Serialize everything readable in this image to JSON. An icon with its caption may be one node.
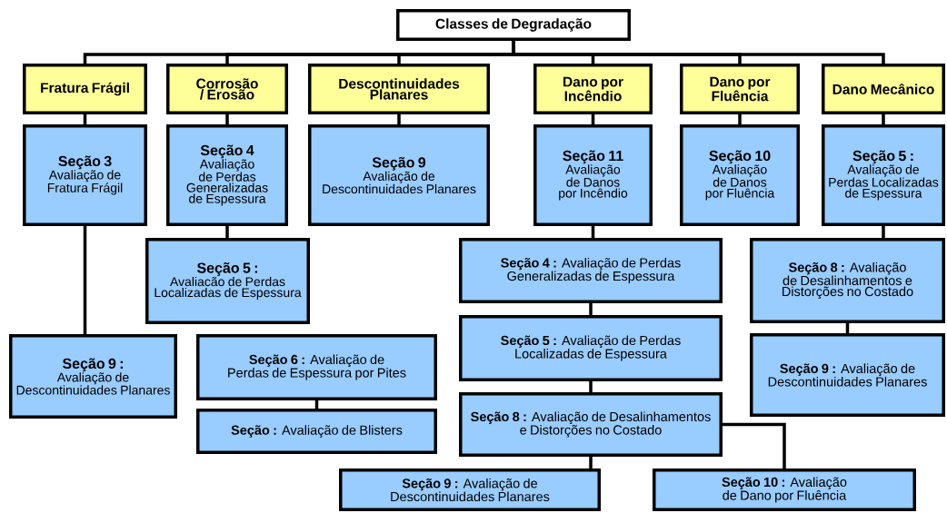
{
  "diagram": {
    "nodes": [
      {
        "text": [
          "Classes de Degradação"
        ]
      },
      {
        "text": [
          "Fratura Frágil"
        ]
      },
      {
        "text": [
          "Corrosão / Erosão"
        ]
      },
      {
        "text": [
          "Descontinuidades Planares"
        ]
      },
      {
        "text": [
          "Dano por Incêndio"
        ]
      },
      {
        "text": [
          "Dano por Fluência"
        ]
      },
      {
        "text": [
          "Dano Mecânico"
        ]
      },
      {
        "text": [
          "Seção 3",
          "Avaliação de Fratura Frágil"
        ]
      },
      {
        "text": [
          "Seção 4",
          "Avaliação de Perdas Generalizadas de Espessura"
        ]
      },
      {
        "text": [
          "Seção 9",
          "Avaliação de Descontinuidades Planares"
        ]
      },
      {
        "text": [
          "Seção 11",
          "Avaliação de Danos por Incêndio"
        ]
      },
      {
        "text": [
          "Seção 10",
          "Avaliação de Danos por Fluência"
        ]
      },
      {
        "text": [
          "Seção 5 :",
          "Avaliação de Perdas Localizadas de Espessura"
        ]
      },
      {
        "text": [
          "Seção 9 :",
          "Avaliação de Descontinuidades Planares"
        ]
      },
      {
        "text": [
          "Seção 5 :",
          "Avaliacão de Perdas Localizadas de Espessura"
        ]
      },
      {
        "text": [
          "**Seção 6 :** Avaliação de Perdas de Espessura por Pites"
        ]
      },
      {
        "text": [
          "**Seção :** Avaliação de Blisters"
        ]
      },
      {
        "text": [
          "**Seção 4 :** Avaliação de Perdas Generalizadas de Espessura"
        ]
      },
      {
        "text": [
          "**Seção 5 :** Avaliação de Perdas Localizadas de Espessura"
        ]
      },
      {
        "text": [
          "**Seção 8 :** Avaliação de Desalinhamentos e Distorções no Costado"
        ]
      },
      {
        "text": [
          "**Seção 9 :** Avaliação de Descontinuidades Planares"
        ]
      },
      {
        "text": [
          "**Seção 10 :** Avaliação de Dano por Fluência"
        ]
      },
      {
        "text": [
          "**Seção 8 :** Avaliação de Desalinhamentos e Distorções no Costado"
        ]
      },
      {
        "text": [
          "**Seção 9 :** Avaliação de Descontinuidades Planares"
        ]
      }
    ],
    "edges": [
      {
        "from": 0,
        "to": 1,
        "arrow": "none"
      },
      {
        "from": 0,
        "to": 2,
        "arrow": "none"
      },
      {
        "from": 0,
        "to": 3,
        "arrow": "none"
      },
      {
        "from": 0,
        "to": 4,
        "arrow": "none"
      },
      {
        "from": 0,
        "to": 5,
        "arrow": "none"
      },
      {
        "from": 0,
        "to": 6,
        "arrow": "none"
      },
      {
        "from": 1,
        "to": 7,
        "arrow": "none"
      },
      {
        "from": 2,
        "to": 8,
        "arrow": "none"
      },
      {
        "from": 3,
        "to": 9,
        "arrow": "none"
      },
      {
        "from": 4,
        "to": 10,
        "arrow": "none"
      },
      {
        "from": 5,
        "to": 11,
        "arrow": "none"
      },
      {
        "from": 6,
        "to": 12,
        "arrow": "none"
      },
      {
        "from": 7,
        "to": 13,
        "arrow": "none"
      },
      {
        "from": 8,
        "to": 14,
        "arrow": "none"
      },
      {
        "from": 15,
        "to": 16,
        "arrow": "none"
      },
      {
        "from": 10,
        "to": 17,
        "arrow": "none"
      },
      {
        "from": 17,
        "to": 18,
        "arrow": "none"
      },
      {
        "from": 18,
        "to": 19,
        "arrow": "none"
      },
      {
        "from": 19,
        "to": 20,
        "arrow": "none"
      },
      {
        "from": 19,
        "to": 21,
        "arrow": "none"
      },
      {
        "from": 12,
        "to": 22,
        "arrow": "none"
      },
      {
        "from": 22,
        "to": 23,
        "arrow": "none"
      }
    ]
  }
}
